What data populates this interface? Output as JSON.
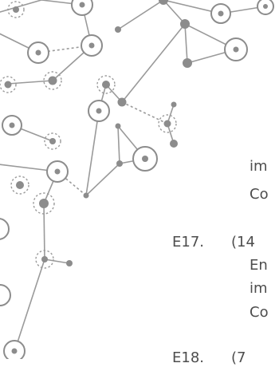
{
  "lines": {
    "l1": "im",
    "l2": "Co",
    "e17_label": "E17.",
    "e17_text": "(14",
    "l4": "En",
    "l5": "im",
    "l6": "Co",
    "e18_partial": "E18.",
    "e18_text_partial": "(7"
  },
  "colors": {
    "text": "#4d4d4d",
    "line": "#9a9a9a",
    "node_dark": "#8c8c8c",
    "node_mid": "#b5b5b5",
    "node_light": "#d6d6d6"
  },
  "icons": [
    "network-graph-decoration"
  ]
}
